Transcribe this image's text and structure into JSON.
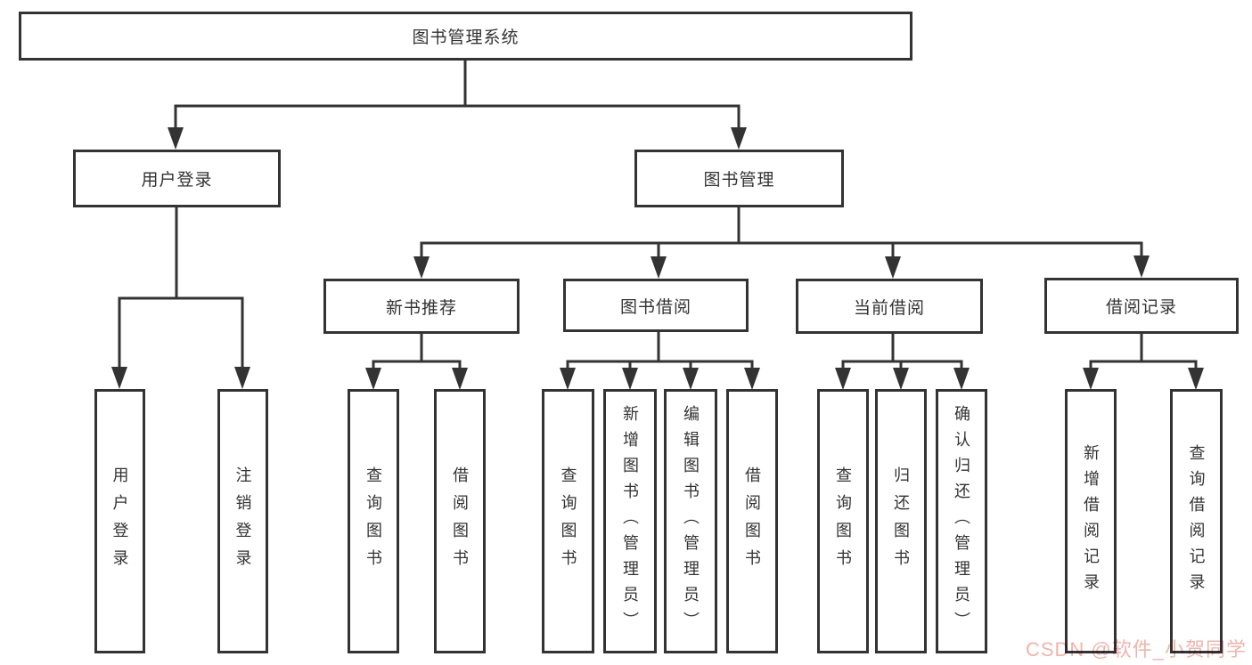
{
  "diagram": {
    "root": {
      "label": "图书管理系统"
    },
    "branches": [
      {
        "label": "用户登录",
        "children": [
          {
            "label": "用户登录"
          },
          {
            "label": "注销登录"
          }
        ]
      },
      {
        "label": "图书管理",
        "children": [
          {
            "label": "新书推荐",
            "children": [
              {
                "label": "查询图书"
              },
              {
                "label": "借阅图书"
              }
            ]
          },
          {
            "label": "图书借阅",
            "children": [
              {
                "label": "查询图书"
              },
              {
                "label": "新增图书（管理员）"
              },
              {
                "label": "编辑图书（管理员）"
              },
              {
                "label": "借阅图书"
              }
            ]
          },
          {
            "label": "当前借阅",
            "children": [
              {
                "label": "查询图书"
              },
              {
                "label": "归还图书"
              },
              {
                "label": "确认归还（管理员）"
              }
            ]
          },
          {
            "label": "借阅记录",
            "children": [
              {
                "label": "新增借阅记录"
              },
              {
                "label": "查询借阅记录"
              }
            ]
          }
        ]
      }
    ]
  },
  "watermark": {
    "text": "CSDN @软件_小贺同学",
    "color": "#f0b4ac"
  },
  "colors": {
    "line": "#333333",
    "box_border": "#333333",
    "text": "#333333",
    "background": "#ffffff"
  }
}
